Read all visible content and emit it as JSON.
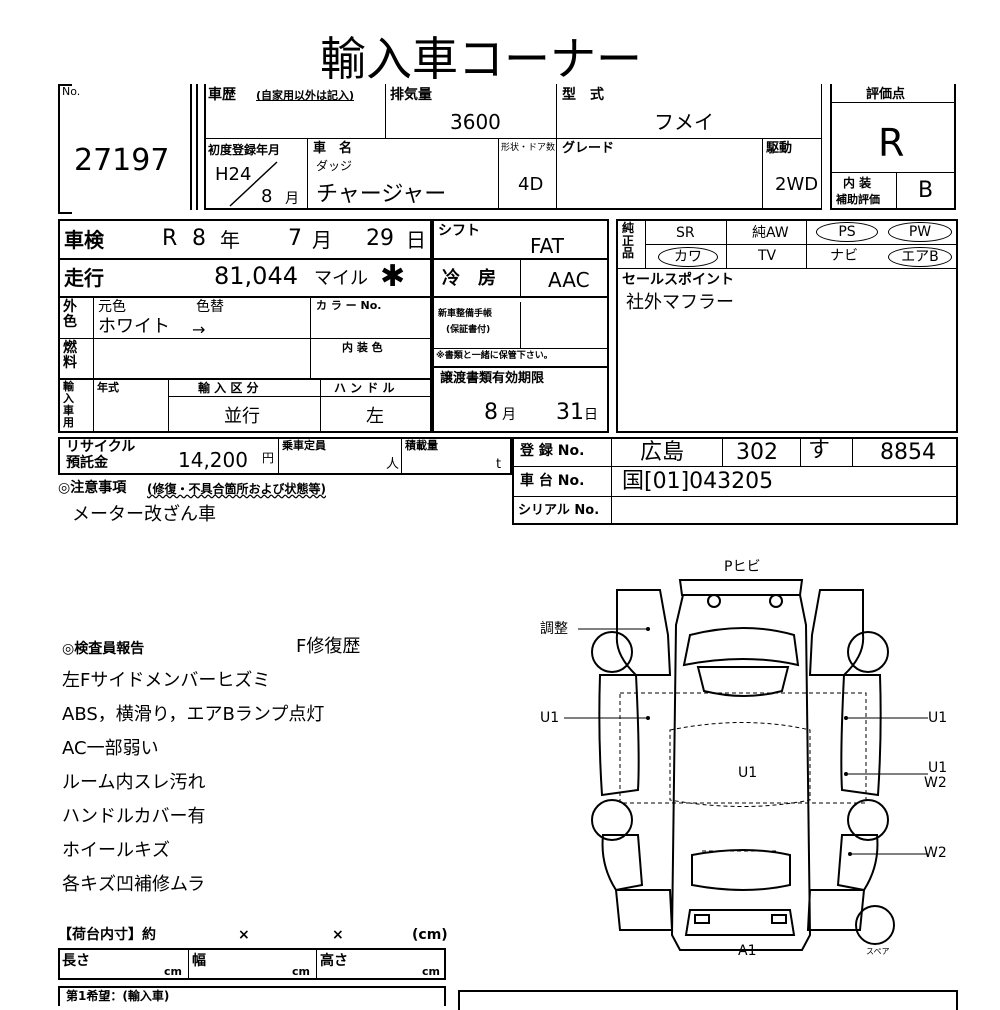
{
  "title": "輸入車コーナー",
  "lot": {
    "label": "No.",
    "number": "27197"
  },
  "car_history": {
    "label": "車歴",
    "note": "(自家用以外は記入)"
  },
  "displacement": {
    "label": "排気量",
    "value": "3600"
  },
  "model_type": {
    "label": "型　式",
    "value": "フメイ"
  },
  "rating": {
    "label": "評価点",
    "value": "R"
  },
  "first_reg": {
    "label": "初度登録年月",
    "era": "H24",
    "month": "8",
    "month_unit": "月"
  },
  "car_name": {
    "label": "車　名",
    "maker": "ダッジ",
    "name": "チャージャー"
  },
  "shape_door": {
    "label": "形状・ドア数",
    "value": "4D"
  },
  "grade": {
    "label": "グレード"
  },
  "drive": {
    "label": "駆動",
    "value": "2WD"
  },
  "interior_rating": {
    "label_1": "内 装",
    "label_2": "補助評価",
    "value": "B"
  },
  "inspection": {
    "label": "車検",
    "era": "R",
    "year": "8",
    "year_unit": "年",
    "month": "7",
    "month_unit": "月",
    "day": "29",
    "day_unit": "日"
  },
  "shift": {
    "label": "シフト",
    "value": "FAT"
  },
  "options": {
    "label": "純正品",
    "row1": [
      "SR",
      "純AW",
      "PS",
      "PW"
    ],
    "row2": [
      "カワ",
      "TV",
      "ナビ",
      "エアB"
    ]
  },
  "mileage": {
    "label": "走行",
    "value": "81,044",
    "unit": "マイル",
    "mark": "✱"
  },
  "ac": {
    "label": "冷　房",
    "value": "AAC"
  },
  "sales_point": {
    "label": "セールスポイント",
    "value": "社外マフラー"
  },
  "color": {
    "label": "外色",
    "original_label": "元色",
    "change_label": "色替",
    "value": "ホワイト",
    "arrow": "→",
    "color_no_label": "カ ラ ー No."
  },
  "maintenance": {
    "label_1": "新車整備手帳",
    "label_2": "(保証書付)",
    "note": "※書類と一緒に保管下さい。"
  },
  "fuel": {
    "label": "燃料"
  },
  "interior_color": {
    "label": "内 装 色"
  },
  "transfer_doc": {
    "label": "譲渡書類有効期限",
    "month": "8",
    "month_unit": "月",
    "day": "31",
    "day_unit": "日"
  },
  "import": {
    "label": "輸入車用",
    "year_label": "年式",
    "type_label": "輸 入 区 分",
    "type_value": "並行",
    "handle_label": "ハ ン ド ル",
    "handle_value": "左"
  },
  "recycle": {
    "label_1": "リサイクル",
    "label_2": "預託金",
    "value": "14,200",
    "unit": "円"
  },
  "capacity": {
    "label": "乗車定員",
    "unit": "人"
  },
  "load": {
    "label": "積載量",
    "unit": "t"
  },
  "registration": {
    "label": "登 録 No.",
    "area": "広島",
    "class": "302",
    "kana": "す",
    "number": "8854"
  },
  "chassis": {
    "label": "車 台 No.",
    "value": "国[01]043205"
  },
  "serial": {
    "label": "シリアル No."
  },
  "notes": {
    "label": "◎注意事項",
    "sublabel": "(修復・不具合箇所および状態等)",
    "value": "メーター改ざん車"
  },
  "inspector": {
    "label": "◎検査員報告",
    "history": "F修復歴",
    "lines": [
      "左Fサイドメンバーヒズミ",
      "ABS，横滑り，エアBランプ点灯",
      "AC一部弱い",
      "ルーム内スレ汚れ",
      "ハンドルカバー有",
      "ホイールキズ",
      "各キズ凹補修ムラ"
    ]
  },
  "cargo": {
    "label": "【荷台内寸】約",
    "x1": "×",
    "x2": "×",
    "unit": "(cm)",
    "length_label": "長さ",
    "width_label": "幅",
    "height_label": "高さ",
    "cm": "cm"
  },
  "wish": {
    "label": "第1希望：(輸入車)"
  },
  "diagram": {
    "top": "Pヒビ",
    "left_top": "調整",
    "left_mid": "U1",
    "center": "U1",
    "right_1": "U1",
    "right_2a": "U1",
    "right_2b": "W2",
    "right_3": "W2",
    "bottom": "A1",
    "spare": "スペア"
  }
}
